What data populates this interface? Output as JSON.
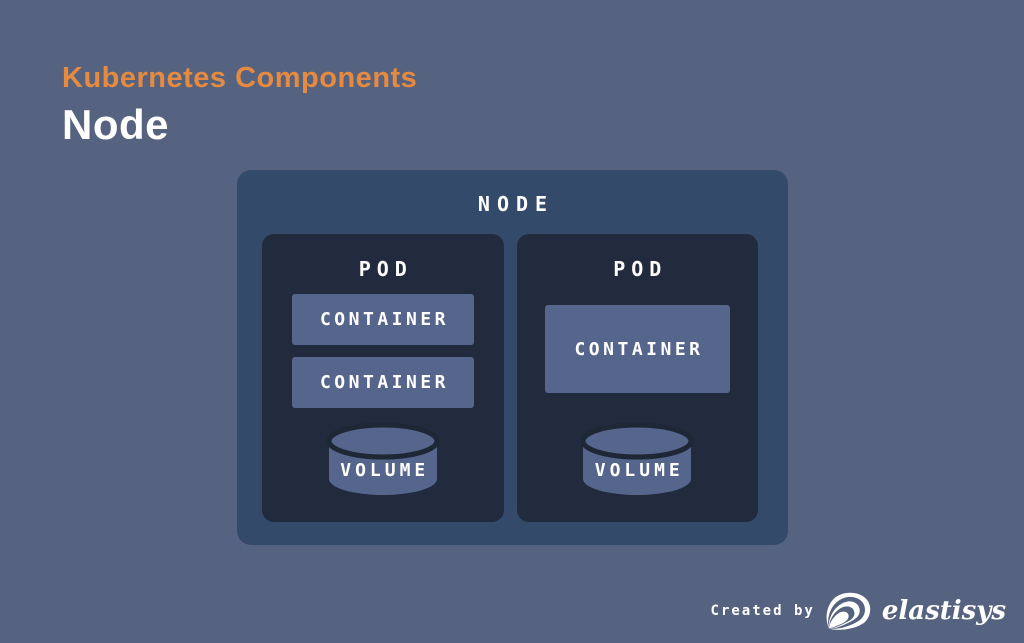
{
  "header": {
    "subtitle": "Kubernetes Components",
    "title": "Node"
  },
  "diagram": {
    "node_label": "NODE",
    "pods": [
      {
        "label": "POD",
        "containers": [
          "CONTAINER",
          "CONTAINER"
        ],
        "volume": "VOLUME"
      },
      {
        "label": "POD",
        "containers": [
          "CONTAINER"
        ],
        "volume": "VOLUME"
      }
    ]
  },
  "credit": {
    "text": "Created by",
    "brand": "elastisys"
  },
  "colors": {
    "background": "#566380",
    "node": "#344A6B",
    "pod": "#212B3D",
    "container": "#55658C",
    "cylinder_outline": "#1E2736",
    "accent_orange": "#E58A3E",
    "text": "#FFFFFF"
  }
}
